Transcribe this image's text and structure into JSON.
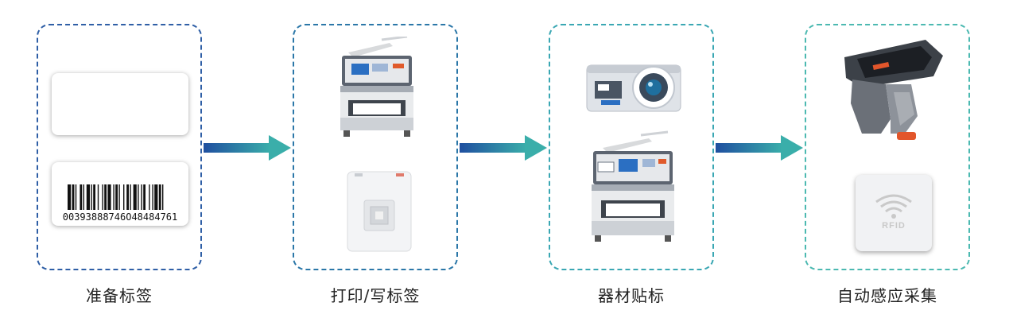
{
  "stages": [
    {
      "caption": "准备标签"
    },
    {
      "caption": "打印/写标签"
    },
    {
      "caption": "器材贴标"
    },
    {
      "caption": "自动感应采集"
    }
  ],
  "barcode_number": "00393888746O48484761",
  "rfid_reader_label": "RFID",
  "colors": {
    "arrow_start": "#1f4fa0",
    "arrow_end": "#3aaeaa"
  }
}
